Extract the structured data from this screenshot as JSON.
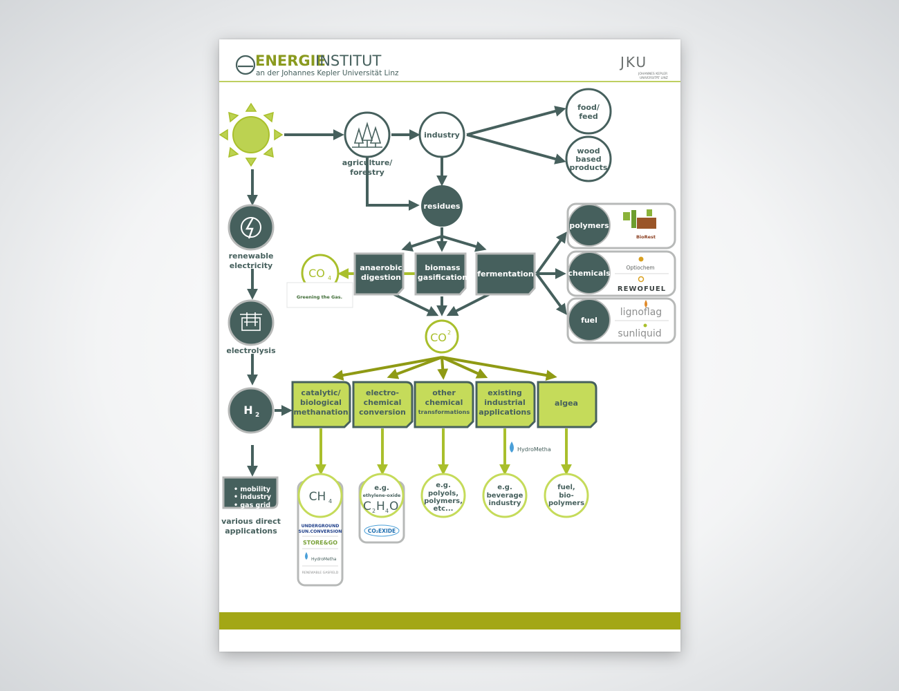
{
  "header": {
    "logo_brand_bold": "ENERGIE",
    "logo_brand_light": "INSTITUT",
    "logo_subtitle": "an der Johannes Kepler Universität Linz",
    "jku_logo": "JKU",
    "jku_subtitle_1": "JOHANNES KEPLER",
    "jku_subtitle_2": "UNIVERSITÄT LINZ"
  },
  "nodes": {
    "agriculture_1": "agriculture/",
    "agriculture_2": "forestry",
    "industry": "industry",
    "food_1": "food/",
    "food_2": "feed",
    "wood_1": "wood",
    "wood_2": "based",
    "wood_3": "products",
    "residues": "residues",
    "renewable_1": "renewable",
    "renewable_2": "electricity",
    "electrolysis": "electrolysis",
    "h2": "H",
    "h2_sub": "2",
    "co4": "CO",
    "co4_sub": "4",
    "greening": "Greening the Gas.",
    "anaerobic_1": "anaerobic",
    "anaerobic_2": "digestion",
    "biomass_1": "biomass",
    "biomass_2": "gasification",
    "fermentation": "fermentation",
    "co2": "CO",
    "co2_sup": "2",
    "polymers": "polymers",
    "chemicals": "chemicals",
    "fuel": "fuel",
    "biorest": "BioRest",
    "optiochem": "Optiochem",
    "rewofuel": "REWOFUEL",
    "lignoflag": "lignoflag",
    "sunliquid": "sunliquid",
    "direct_1": "• mobility",
    "direct_2": "• industry",
    "direct_3": "• gas grid",
    "various_1": "various direct",
    "various_2": "applications",
    "catalytic_1": "catalytic/",
    "catalytic_2": "biological",
    "catalytic_3": "methanation",
    "electro_1": "electro-",
    "electro_2": "chemical",
    "electro_3": "conversion",
    "other_1": "other",
    "other_2": "chemical",
    "other_3": "transformations",
    "existing_1": "existing",
    "existing_2": "industrial",
    "existing_3": "applications",
    "algea": "algea",
    "ch4": "CH",
    "ch4_sub": "4",
    "ethylene_1": "e.g.",
    "ethylene_2": "ethylene-oxide",
    "c2h4o_c": "C",
    "c2h4o_2": "2",
    "c2h4o_h": "H",
    "c2h4o_4": "4",
    "c2h4o_o": "O",
    "polyols_1": "e.g.",
    "polyols_2": "polyols,",
    "polyols_3": "polymers,",
    "polyols_4": "etc...",
    "beverage_1": "e.g.",
    "beverage_2": "beverage",
    "beverage_3": "industry",
    "fuelbio_1": "fuel,",
    "fuelbio_2": "bio-",
    "fuelbio_3": "polymers",
    "hydrometha": "HydroMetha",
    "underground_1": "UNDERGROUND",
    "underground_2": "SUN.CONVERSION",
    "storeandgo": "STORE&GO",
    "hydrometha_small": "HydroMetha",
    "renewable_gasfield": "RENEWABLE GASFIELD",
    "co2exide": "CO₂EXIDE"
  },
  "colors": {
    "dark": "#46605d",
    "lime": "#a9bf2c",
    "lime_fill": "#c5db5a",
    "olive_bar": "#a3a716",
    "sun": "#bcd251",
    "gray_border": "#b7b9b8"
  },
  "icons": [
    "sun-icon",
    "trees-icon",
    "lightning-icon",
    "electrolyser-icon",
    "drop-icon"
  ]
}
